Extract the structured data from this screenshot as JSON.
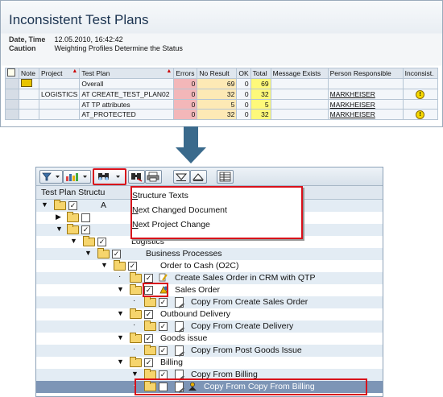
{
  "report": {
    "title": "Inconsistent Test Plans",
    "date_label": "Date, Time",
    "date_value": "12.05.2010, 16:42:42",
    "caution_label": "Caution",
    "caution_value": "Weighting Profiles Determine the Status",
    "columns": [
      "Note",
      "Project",
      "Test Plan",
      "Errors",
      "No Result",
      "OK",
      "Total",
      "Message Exists",
      "Person Responsible",
      "Inconsist."
    ],
    "rows": [
      {
        "project": "",
        "test_plan": "Overall",
        "errors": "0",
        "no_result": "69",
        "ok": "0",
        "total": "69",
        "person": "",
        "inconsistent": false,
        "note": true
      },
      {
        "project": "LOGISTICS",
        "test_plan": "AT CREATE_TEST_PLAN02",
        "errors": "0",
        "no_result": "32",
        "ok": "0",
        "total": "32",
        "person": "MARKHEISER",
        "inconsistent": true,
        "note": false
      },
      {
        "project": "",
        "test_plan": "AT TP attributes",
        "errors": "0",
        "no_result": "5",
        "ok": "0",
        "total": "5",
        "person": "MARKHEISER",
        "inconsistent": false,
        "note": false
      },
      {
        "project": "",
        "test_plan": "AT_PROTECTED",
        "errors": "0",
        "no_result": "32",
        "ok": "0",
        "total": "32",
        "person": "MARKHEISER",
        "inconsistent": true,
        "note": false
      }
    ]
  },
  "tree": {
    "column_header": "Test Plan Structu",
    "menu": {
      "structure_texts": {
        "key": "S",
        "rest": "tructure Texts"
      },
      "next_changed": {
        "key": "N",
        "rest": "ext Changed Document"
      },
      "next_project": {
        "key": "N",
        "rest": "ext Project Change"
      }
    },
    "rows": {
      "r1": "A",
      "r4": "Logistics",
      "r5": "Business Processes",
      "r6": "Order to Cash (O2C)",
      "r7": "Create Sales Order in CRM with QTP",
      "r8": "Sales Order",
      "r9": "Copy From Create Sales Order",
      "r10": "Outbound Delivery",
      "r11": "Copy From Create Delivery",
      "r12": "Goods issue",
      "r13": "Copy From Post Goods Issue",
      "r14": "Billing",
      "r15": "Copy From Billing",
      "r16": "Copy From Copy From Billing"
    }
  },
  "icons": [
    "filter-icon",
    "chart-icon",
    "find-icon",
    "find-next-icon",
    "print-icon",
    "expand-icon",
    "collapse-icon",
    "layout-icon",
    "folder-icon",
    "checkbox-icon",
    "document-icon",
    "pencil-icon",
    "warning-icon"
  ],
  "colors": {
    "accent": "#3a6a8c",
    "highlight_frame": "#d8101a",
    "errors": "#f3b7b9",
    "no_result": "#fde9b5",
    "total": "#fef97a"
  }
}
